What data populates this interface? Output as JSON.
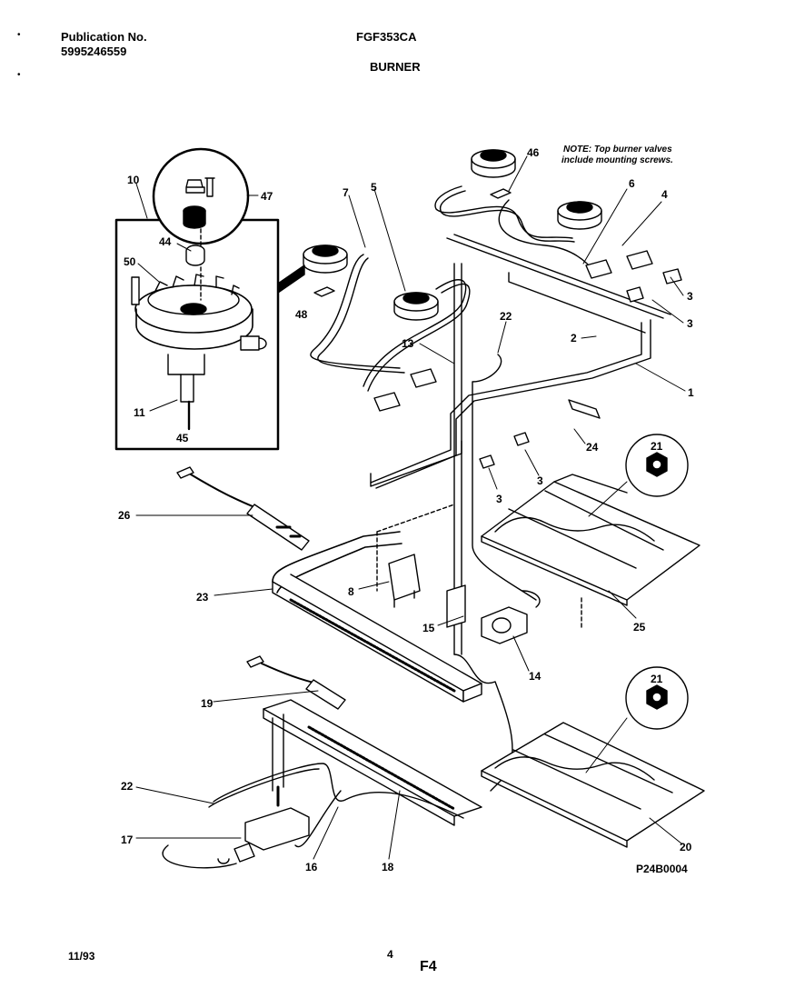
{
  "header": {
    "publication_label": "Publication No.",
    "publication_number": "5995246559",
    "model": "FGF353CA",
    "section": "BURNER"
  },
  "note": {
    "line1": "NOTE: Top burner valves",
    "line2": "include mounting screws."
  },
  "footer": {
    "date": "11/93",
    "page": "4",
    "figure": "F4",
    "drawing_id": "P24B0004"
  },
  "callouts": [
    "10",
    "47",
    "44",
    "50",
    "11",
    "45",
    "46",
    "48",
    "7",
    "5",
    "6",
    "4",
    "3",
    "3",
    "13",
    "22",
    "2",
    "1",
    "3",
    "3",
    "24",
    "21",
    "26",
    "23",
    "8",
    "15",
    "14",
    "25",
    "19",
    "21",
    "22",
    "17",
    "16",
    "18",
    "20"
  ]
}
